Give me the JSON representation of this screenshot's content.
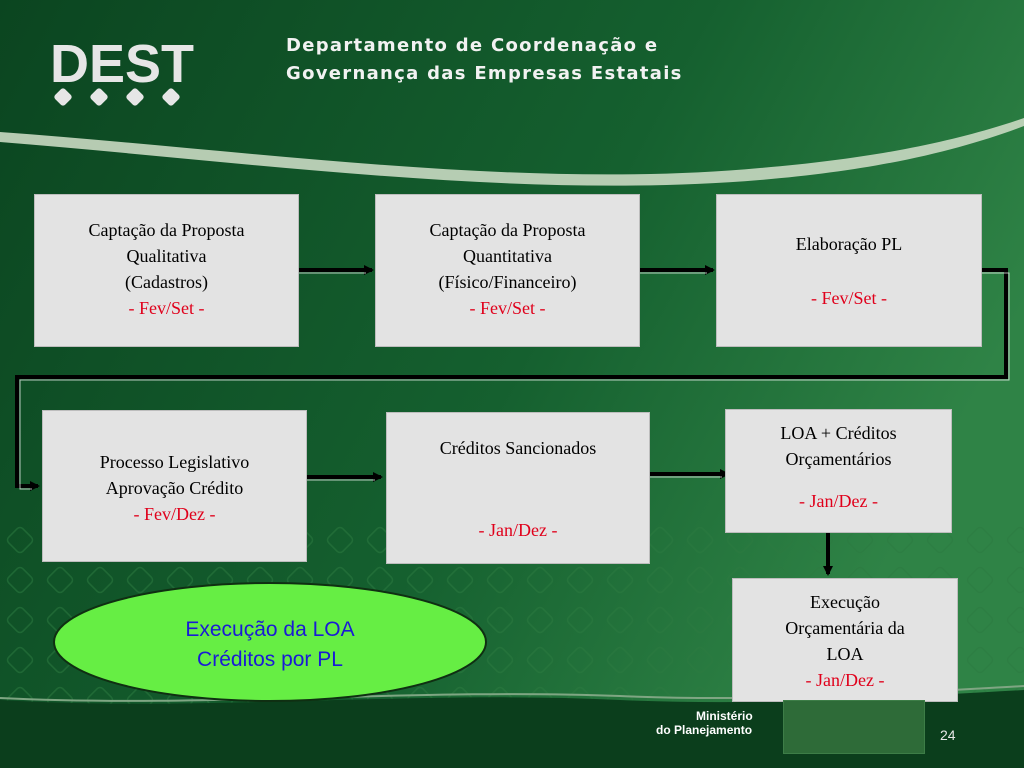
{
  "header": {
    "logo_text": "DEST",
    "dept_line1": "Departamento de Coordenação e",
    "dept_line2": "Governança das Empresas Estatais"
  },
  "boxes": {
    "qualitativa": {
      "line1": "Captação da Proposta",
      "line2": "Qualitativa",
      "line3": "(Cadastros)",
      "period": "- Fev/Set -"
    },
    "quantitativa": {
      "line1": "Captação da Proposta",
      "line2": "Quantitativa",
      "line3": "(Físico/Financeiro)",
      "period": "- Fev/Set -"
    },
    "elaboracao": {
      "line1": "Elaboração PL",
      "period": "- Fev/Set -"
    },
    "processo": {
      "line1": "Processo Legislativo",
      "line2": "Aprovação Crédito",
      "period": "- Fev/Dez -"
    },
    "sancionados": {
      "line1": "Créditos Sancionados",
      "period": "- Jan/Dez -"
    },
    "loa": {
      "line1": "LOA + Créditos",
      "line2": "Orçamentários",
      "period": "- Jan/Dez -"
    },
    "execucao": {
      "line1": "Execução",
      "line2": "Orçamentária da",
      "line3": "LOA",
      "period": "- Jan/Dez -"
    }
  },
  "ellipse": {
    "line1": "Execução da LOA",
    "line2": "Créditos por PL"
  },
  "footer": {
    "ministry_line1": "Ministério",
    "ministry_line2": "do Planejamento",
    "slide_number": "24"
  },
  "colors": {
    "background_dark": "#0d4a22",
    "background_light": "#2f7e43",
    "box_fill": "#e3e3e3",
    "period_red": "#e0001b",
    "ellipse_fill": "#66ee44",
    "ellipse_text": "#1a1ad6"
  }
}
